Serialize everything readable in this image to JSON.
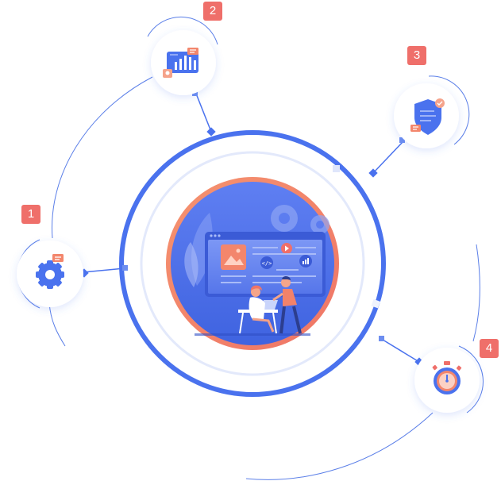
{
  "colors": {
    "main_ring": "#4a72ee",
    "accent_orange": "#f2826a",
    "badge_red": "#ef6f6a",
    "inner_blue": "#4c71ea",
    "thin_line": "#5b7fe8",
    "pale_ring": "#e3e9fb"
  },
  "nodes": [
    {
      "label": "1",
      "icon": "gear-icon"
    },
    {
      "label": "2",
      "icon": "bar-chart-icon"
    },
    {
      "label": "3",
      "icon": "shield-check-icon"
    },
    {
      "label": "4",
      "icon": "stopwatch-icon"
    }
  ],
  "center": {
    "illustration": "team-meeting-screen-illustration"
  }
}
